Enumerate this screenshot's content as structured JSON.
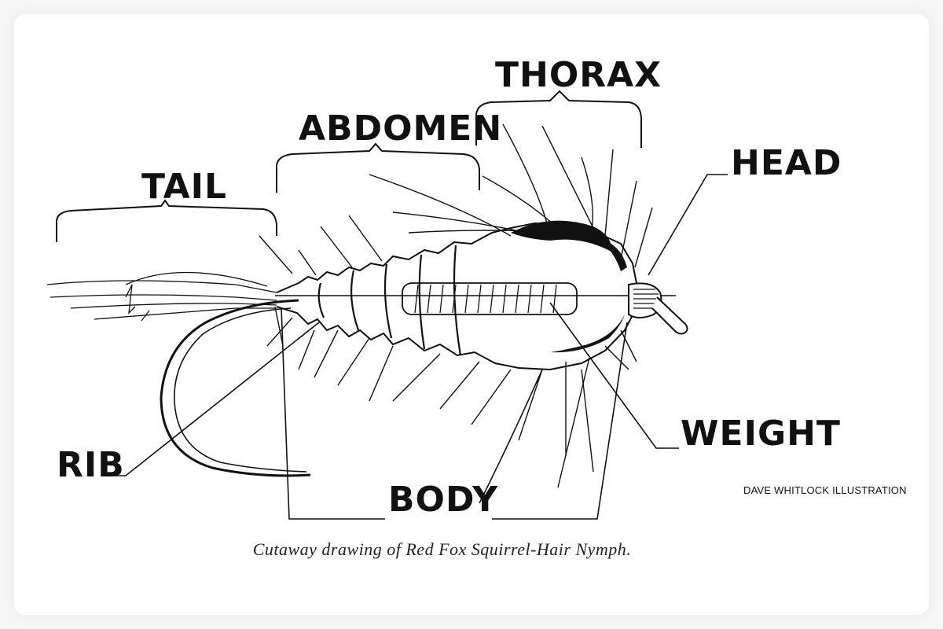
{
  "labels": {
    "thorax": "THORAX",
    "abdomen": "ABDOMEN",
    "tail": "TAIL",
    "head": "HEAD",
    "weight": "WEIGHT",
    "rib": "RIB",
    "body": "BODY"
  },
  "credit": "DAVE WHITLOCK ILLUSTRATION",
  "caption": "Cutaway drawing of Red Fox Squirrel-Hair Nymph.",
  "colors": {
    "ink": "#111111",
    "background": "#ffffff",
    "frame": "#f6f6f6"
  }
}
